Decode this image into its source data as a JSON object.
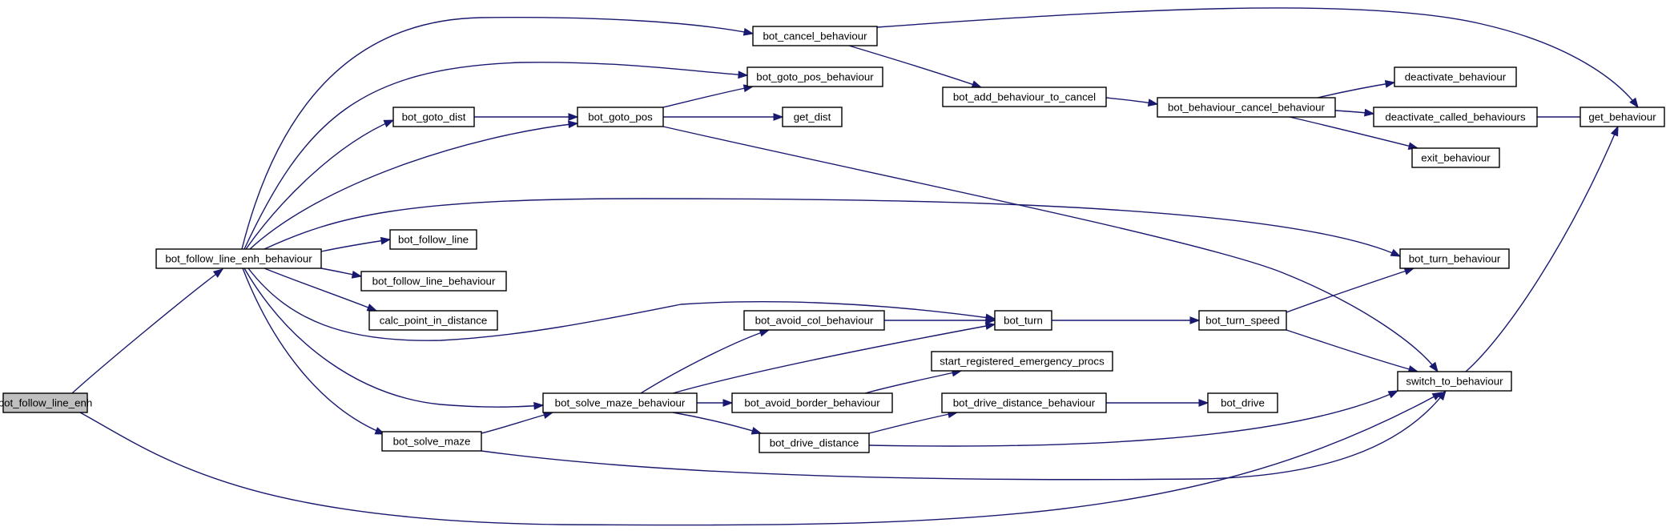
{
  "graph": {
    "root": "bot_follow_line_enh",
    "nodes": [
      {
        "id": "bot_follow_line_enh",
        "label": "bot_follow_line_enh",
        "highlighted": true
      },
      {
        "id": "bot_follow_line_enh_behaviour",
        "label": "bot_follow_line_enh_behaviour"
      },
      {
        "id": "bot_cancel_behaviour",
        "label": "bot_cancel_behaviour"
      },
      {
        "id": "bot_goto_pos_behaviour",
        "label": "bot_goto_pos_behaviour"
      },
      {
        "id": "bot_goto_dist",
        "label": "bot_goto_dist"
      },
      {
        "id": "bot_goto_pos",
        "label": "bot_goto_pos"
      },
      {
        "id": "get_dist",
        "label": "get_dist"
      },
      {
        "id": "bot_add_behaviour_to_cancel",
        "label": "bot_add_behaviour_to_cancel"
      },
      {
        "id": "bot_behaviour_cancel_behaviour",
        "label": "bot_behaviour_cancel_behaviour"
      },
      {
        "id": "deactivate_behaviour",
        "label": "deactivate_behaviour"
      },
      {
        "id": "deactivate_called_behaviours",
        "label": "deactivate_called_behaviours"
      },
      {
        "id": "exit_behaviour",
        "label": "exit_behaviour"
      },
      {
        "id": "get_behaviour",
        "label": "get_behaviour"
      },
      {
        "id": "bot_follow_line",
        "label": "bot_follow_line"
      },
      {
        "id": "bot_follow_line_behaviour",
        "label": "bot_follow_line_behaviour"
      },
      {
        "id": "calc_point_in_distance",
        "label": "calc_point_in_distance"
      },
      {
        "id": "bot_turn_behaviour",
        "label": "bot_turn_behaviour"
      },
      {
        "id": "bot_avoid_col_behaviour",
        "label": "bot_avoid_col_behaviour"
      },
      {
        "id": "bot_turn",
        "label": "bot_turn"
      },
      {
        "id": "bot_turn_speed",
        "label": "bot_turn_speed"
      },
      {
        "id": "start_registered_emergency_procs",
        "label": "start_registered_emergency_procs"
      },
      {
        "id": "switch_to_behaviour",
        "label": "switch_to_behaviour"
      },
      {
        "id": "bot_solve_maze_behaviour",
        "label": "bot_solve_maze_behaviour"
      },
      {
        "id": "bot_avoid_border_behaviour",
        "label": "bot_avoid_border_behaviour"
      },
      {
        "id": "bot_drive_distance_behaviour",
        "label": "bot_drive_distance_behaviour"
      },
      {
        "id": "bot_drive",
        "label": "bot_drive"
      },
      {
        "id": "bot_solve_maze",
        "label": "bot_solve_maze"
      },
      {
        "id": "bot_drive_distance",
        "label": "bot_drive_distance"
      }
    ],
    "edges": [
      {
        "from": "bot_follow_line_enh",
        "to": "bot_follow_line_enh_behaviour"
      },
      {
        "from": "bot_follow_line_enh",
        "to": "switch_to_behaviour"
      },
      {
        "from": "bot_follow_line_enh_behaviour",
        "to": "bot_cancel_behaviour"
      },
      {
        "from": "bot_follow_line_enh_behaviour",
        "to": "bot_goto_pos_behaviour"
      },
      {
        "from": "bot_follow_line_enh_behaviour",
        "to": "bot_goto_dist"
      },
      {
        "from": "bot_follow_line_enh_behaviour",
        "to": "bot_goto_pos"
      },
      {
        "from": "bot_follow_line_enh_behaviour",
        "to": "bot_turn_behaviour"
      },
      {
        "from": "bot_follow_line_enh_behaviour",
        "to": "bot_follow_line"
      },
      {
        "from": "bot_follow_line_enh_behaviour",
        "to": "bot_follow_line_behaviour"
      },
      {
        "from": "bot_follow_line_enh_behaviour",
        "to": "calc_point_in_distance"
      },
      {
        "from": "bot_follow_line_enh_behaviour",
        "to": "bot_turn"
      },
      {
        "from": "bot_follow_line_enh_behaviour",
        "to": "bot_solve_maze_behaviour"
      },
      {
        "from": "bot_follow_line_enh_behaviour",
        "to": "bot_solve_maze"
      },
      {
        "from": "bot_cancel_behaviour",
        "to": "bot_add_behaviour_to_cancel"
      },
      {
        "from": "bot_cancel_behaviour",
        "to": "get_behaviour"
      },
      {
        "from": "bot_goto_dist",
        "to": "bot_goto_pos"
      },
      {
        "from": "bot_goto_pos",
        "to": "bot_goto_pos_behaviour"
      },
      {
        "from": "bot_goto_pos",
        "to": "get_dist"
      },
      {
        "from": "bot_goto_pos",
        "to": "switch_to_behaviour"
      },
      {
        "from": "bot_add_behaviour_to_cancel",
        "to": "bot_behaviour_cancel_behaviour"
      },
      {
        "from": "bot_behaviour_cancel_behaviour",
        "to": "deactivate_behaviour"
      },
      {
        "from": "bot_behaviour_cancel_behaviour",
        "to": "deactivate_called_behaviours"
      },
      {
        "from": "bot_behaviour_cancel_behaviour",
        "to": "exit_behaviour"
      },
      {
        "from": "deactivate_called_behaviours",
        "to": "get_behaviour"
      },
      {
        "from": "bot_turn",
        "to": "bot_turn_speed"
      },
      {
        "from": "bot_turn_speed",
        "to": "bot_turn_behaviour"
      },
      {
        "from": "bot_turn_speed",
        "to": "switch_to_behaviour"
      },
      {
        "from": "switch_to_behaviour",
        "to": "get_behaviour"
      },
      {
        "from": "bot_solve_maze_behaviour",
        "to": "bot_avoid_col_behaviour"
      },
      {
        "from": "bot_solve_maze_behaviour",
        "to": "bot_turn"
      },
      {
        "from": "bot_solve_maze_behaviour",
        "to": "bot_avoid_border_behaviour"
      },
      {
        "from": "bot_solve_maze_behaviour",
        "to": "bot_drive_distance"
      },
      {
        "from": "bot_avoid_col_behaviour",
        "to": "bot_turn"
      },
      {
        "from": "bot_avoid_border_behaviour",
        "to": "start_registered_emergency_procs"
      },
      {
        "from": "bot_drive_distance_behaviour",
        "to": "bot_drive"
      },
      {
        "from": "bot_drive_distance",
        "to": "bot_drive_distance_behaviour"
      },
      {
        "from": "bot_drive_distance",
        "to": "switch_to_behaviour"
      },
      {
        "from": "bot_solve_maze",
        "to": "bot_solve_maze_behaviour"
      },
      {
        "from": "bot_solve_maze",
        "to": "switch_to_behaviour"
      }
    ]
  },
  "colors": {
    "edge": "#191970",
    "node_border": "#000000",
    "node_fill": "#ffffff",
    "root_fill": "#bfbfbf"
  }
}
